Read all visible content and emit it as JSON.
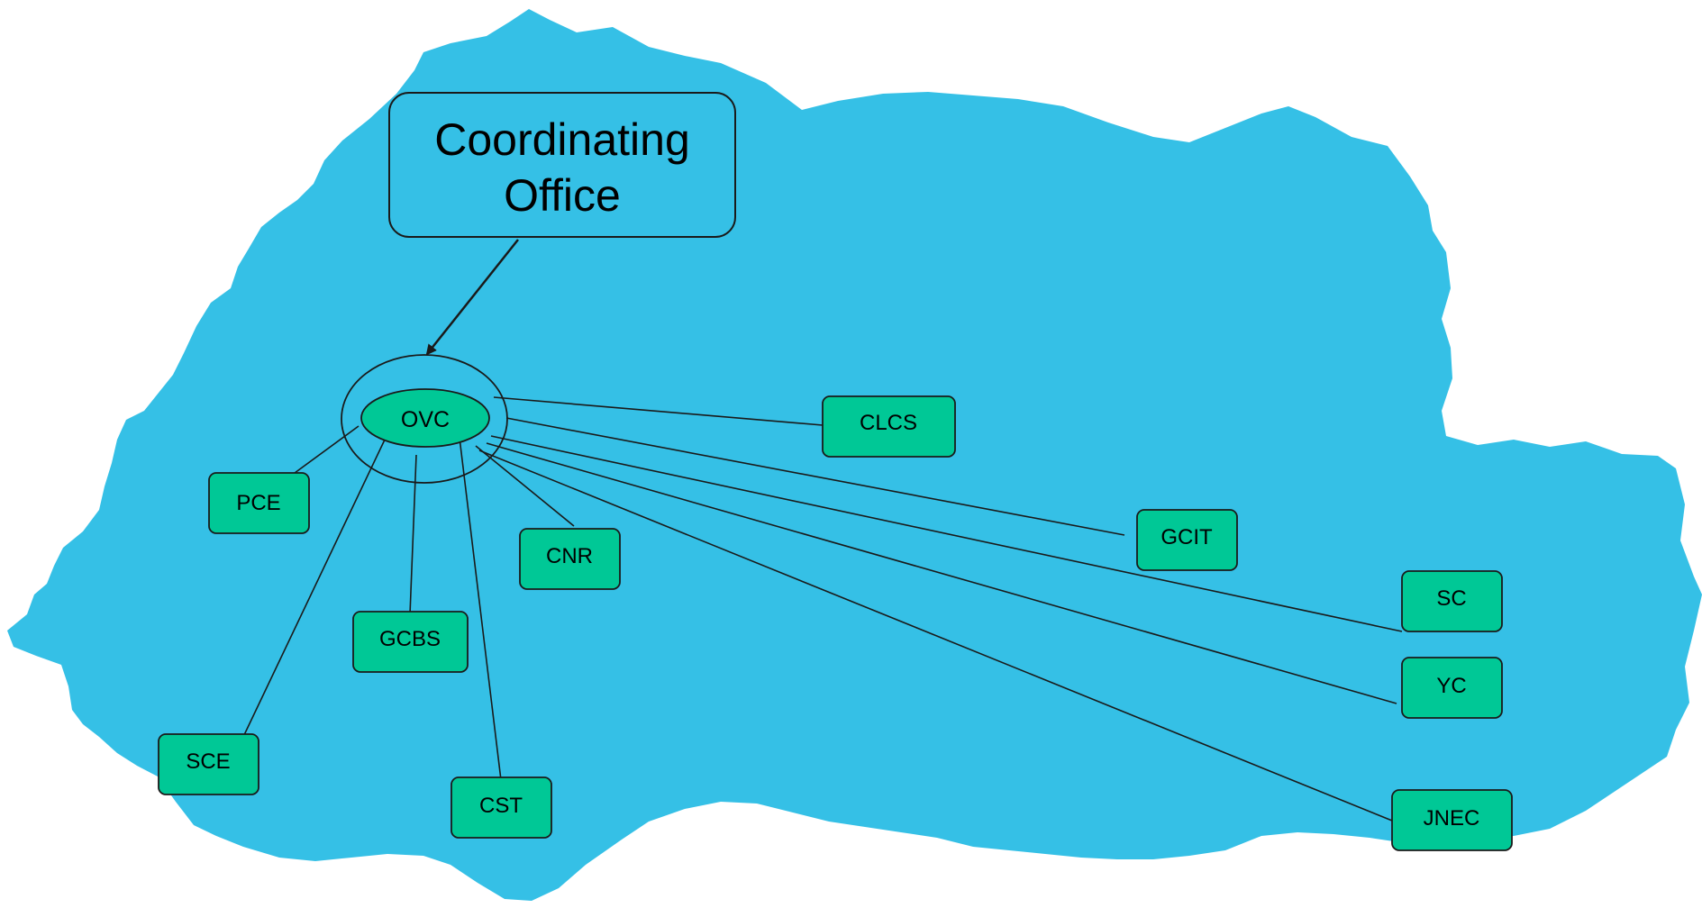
{
  "colors": {
    "map_fill": "#35C0E6",
    "node_fill": "#00C896",
    "stroke": "#1a1a1a",
    "background": "#ffffff"
  },
  "coordinating_office": {
    "line1": "Coordinating",
    "line2": "Office"
  },
  "hub": {
    "label": "OVC"
  },
  "colleges": [
    {
      "id": "pce",
      "label": "PCE"
    },
    {
      "id": "sce",
      "label": "SCE"
    },
    {
      "id": "gcbs",
      "label": "GCBS"
    },
    {
      "id": "cst",
      "label": "CST"
    },
    {
      "id": "cnr",
      "label": "CNR"
    },
    {
      "id": "clcs",
      "label": "CLCS"
    },
    {
      "id": "gcit",
      "label": "GCIT"
    },
    {
      "id": "sc",
      "label": "SC"
    },
    {
      "id": "yc",
      "label": "YC"
    },
    {
      "id": "jnec",
      "label": "JNEC"
    }
  ]
}
